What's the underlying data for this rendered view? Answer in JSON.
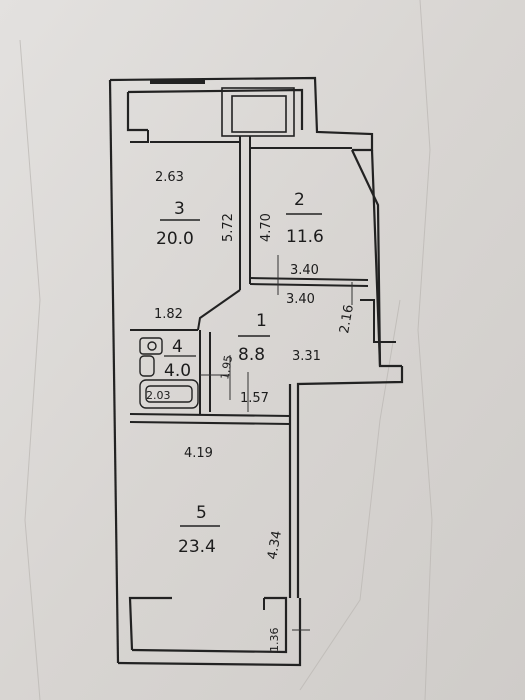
{
  "plan": {
    "rooms": [
      {
        "number": "3",
        "area": "20.0"
      },
      {
        "number": "2",
        "area": "11.6"
      },
      {
        "number": "1",
        "area": "8.8"
      },
      {
        "number": "4",
        "area": "4.0"
      },
      {
        "number": "5",
        "area": "23.4"
      }
    ],
    "dimensions": {
      "room3_width": "2.63",
      "room3_length": "5.72",
      "room2_wall": "4.70",
      "room2_width": "3.40",
      "hall_top": "3.40",
      "hall_diag": "2.16",
      "hall_right": "3.31",
      "hall_left": "1.95",
      "hall_bottom": "1.57",
      "bath_top": "1.82",
      "bath_bottom": "2.03",
      "room5_width": "4.19",
      "room5_length": "4.34",
      "balcony": "1.36"
    }
  }
}
